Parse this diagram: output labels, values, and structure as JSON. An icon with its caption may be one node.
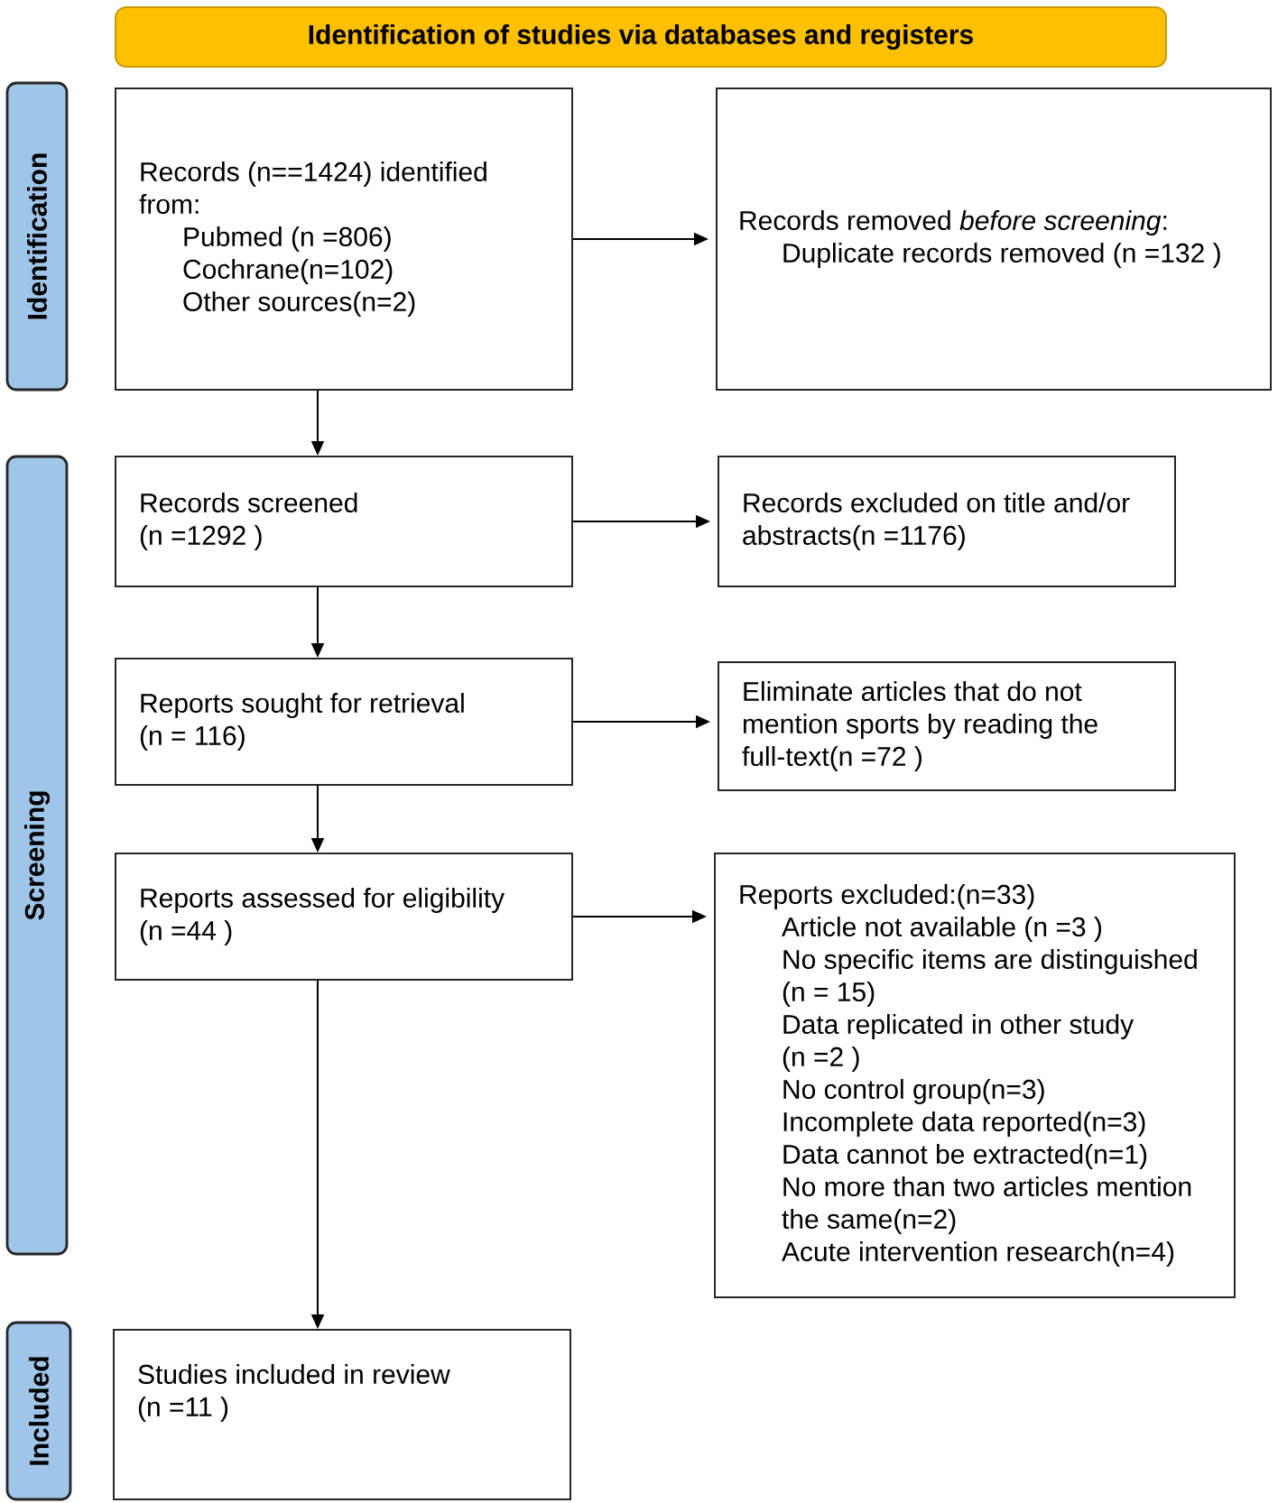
{
  "diagram": {
    "nodes": [
      {
        "text": [
          "Identification of studies via databases and registers"
        ]
      },
      {
        "text": [
          "Identification"
        ]
      },
      {
        "text": [
          "Records (n==1424) identified from:",
          "Pubmed (n =806)",
          "Cochrane(n=102)",
          "Other sources(n=2)"
        ]
      },
      {
        "text": [
          "Records removed *before screening*:",
          "Duplicate records removed (n =132 )"
        ]
      },
      {
        "text": [
          "Screening"
        ]
      },
      {
        "text": [
          "Records screened",
          "(n =1292 )"
        ]
      },
      {
        "text": [
          "Records excluded on title and/or abstracts(n =1176)"
        ]
      },
      {
        "text": [
          "Reports sought for retrieval",
          "(n = 116)"
        ]
      },
      {
        "text": [
          "Eliminate articles that do not mention sports by reading the full-text(n =72 )"
        ]
      },
      {
        "text": [
          "Reports assessed for eligibility",
          "(n =44 )"
        ]
      },
      {
        "text": [
          "Reports excluded:(n=33)",
          "Article not available (n =3 )",
          "No specific items are distinguished (n = 15)",
          "Data replicated in other study (n =2 )",
          "No control group(n=3)",
          "Incomplete data reported(n=3)",
          "Data cannot be extracted(n=1)",
          "No more than two articles mention the same(n=2)",
          "Acute intervention research(n=4)"
        ]
      },
      {
        "text": [
          "Included"
        ]
      },
      {
        "text": [
          "Studies included in review",
          "(n =11 )"
        ]
      }
    ],
    "edges": [
      {
        "from": 2,
        "to": 3,
        "arrow": "to"
      },
      {
        "from": 2,
        "to": 5,
        "arrow": "to"
      },
      {
        "from": 5,
        "to": 6,
        "arrow": "to"
      },
      {
        "from": 5,
        "to": 7,
        "arrow": "to"
      },
      {
        "from": 7,
        "to": 8,
        "arrow": "to"
      },
      {
        "from": 7,
        "to": 9,
        "arrow": "to"
      },
      {
        "from": 9,
        "to": 10,
        "arrow": "to"
      },
      {
        "from": 9,
        "to": 12,
        "arrow": "to"
      }
    ]
  }
}
